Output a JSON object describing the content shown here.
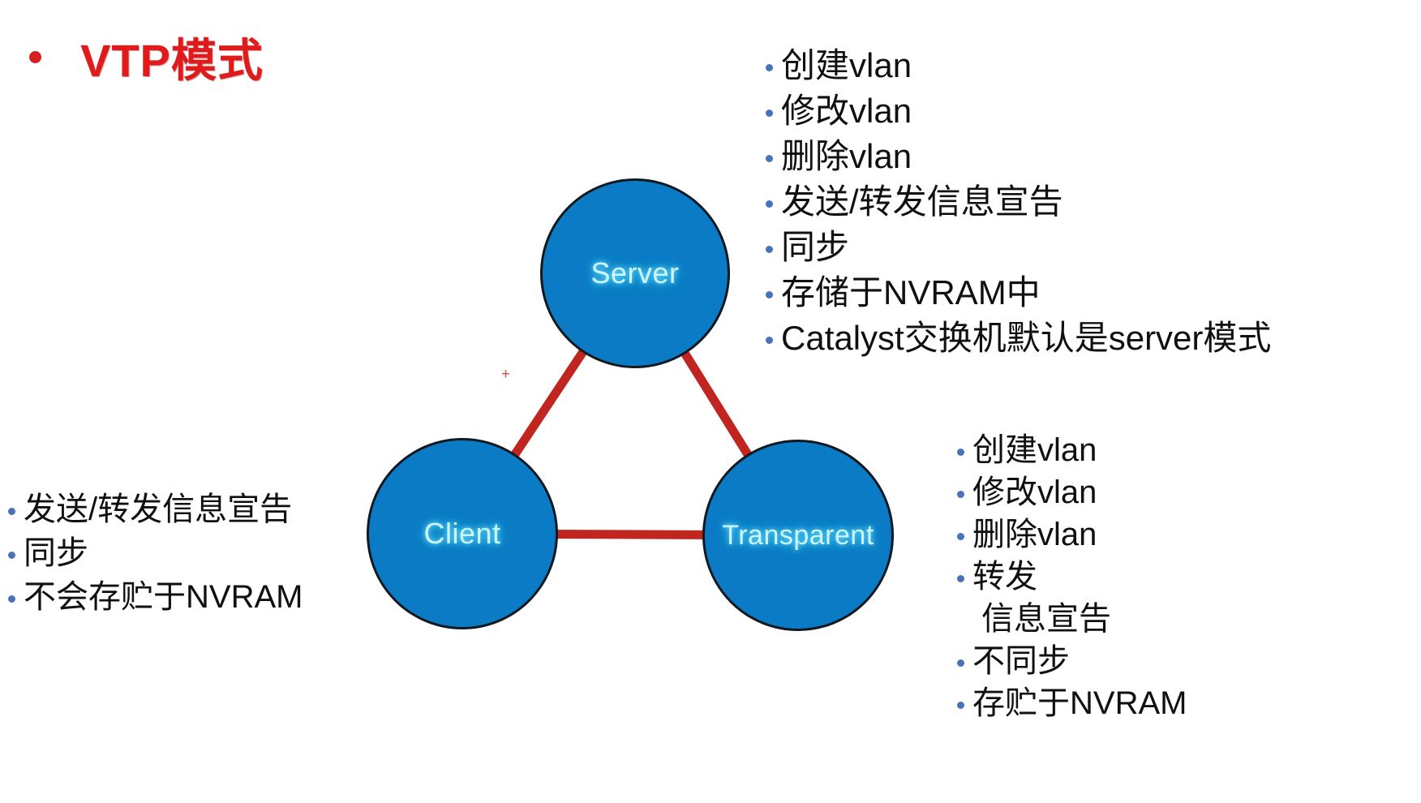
{
  "slide": {
    "title": "VTP模式",
    "title_bullet": "round-bullet",
    "background": "#ffffff",
    "title_color": "#e01b1b"
  },
  "diagram": {
    "type": "triangle-node-graph",
    "node_fill": "#0a7bc4",
    "node_stroke": "#101820",
    "edge_color": "#c0261f",
    "label_color": "#ccf6ff",
    "nodes": [
      {
        "id": "server",
        "label": "Server"
      },
      {
        "id": "client",
        "label": "Client"
      },
      {
        "id": "transparent",
        "label": "Transparent"
      }
    ],
    "edges": [
      {
        "from": "server",
        "to": "client"
      },
      {
        "from": "server",
        "to": "transparent"
      },
      {
        "from": "client",
        "to": "transparent"
      }
    ],
    "marker": "+"
  },
  "lists": {
    "server": {
      "bullet_color": "#4a72b8",
      "items": [
        "创建vlan",
        "修改vlan",
        "删除vlan",
        "发送/转发信息宣告",
        "同步",
        "存储于NVRAM中",
        "Catalyst交换机默认是server模式"
      ]
    },
    "client": {
      "bullet_color": "#4a72b8",
      "items": [
        "发送/转发信息宣告",
        "同步",
        "不会存贮于NVRAM"
      ]
    },
    "transparent": {
      "bullet_color": "#4a72b8",
      "items": [
        "创建vlan",
        "修改vlan",
        "删除vlan",
        "转发",
        "不同步",
        "存贮于NVRAM"
      ],
      "continuation_after_index_3": "信息宣告"
    }
  }
}
